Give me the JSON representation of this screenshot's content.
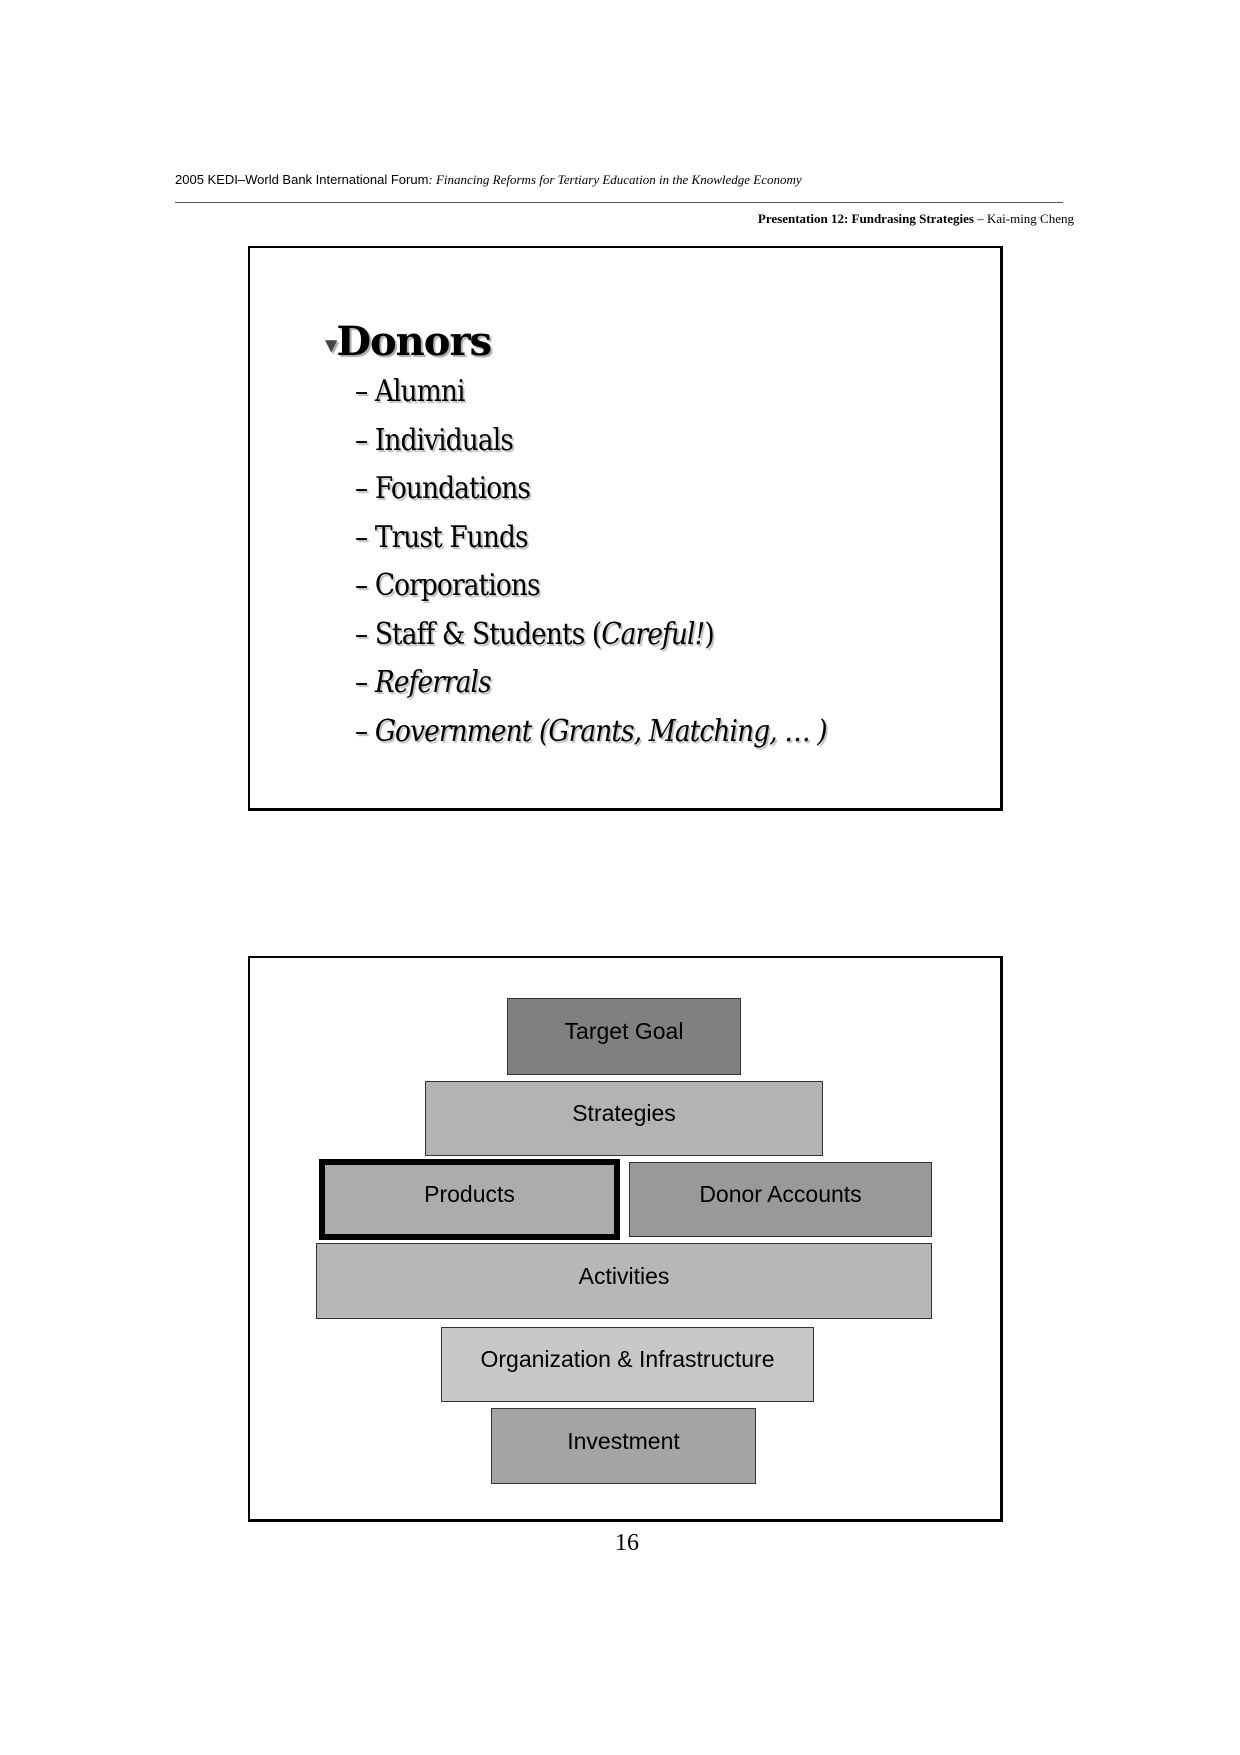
{
  "header": {
    "forum": "2005 KEDI–World Bank International Forum",
    "subtitle": ": Financing Reforms for Tertiary Education in the Knowledge Economy",
    "presentation": "Presentation 12: Fundrasing Strategies",
    "author": " – Kai-ming Cheng"
  },
  "slide1": {
    "title": "Donors",
    "items": [
      {
        "dash": "– ",
        "text": "Alumni"
      },
      {
        "dash": "– ",
        "text": "Individuals"
      },
      {
        "dash": "– ",
        "text": "Foundations"
      },
      {
        "dash": "– ",
        "text": "Trust Funds"
      },
      {
        "dash": "– ",
        "text": "Corporations"
      },
      {
        "dash": "– ",
        "text": "Staff & Students (",
        "italic": "Careful!",
        "after": ")"
      },
      {
        "dash": "– ",
        "italic": "Referrals"
      },
      {
        "dash": "– ",
        "italic": "Government (Grants, Matching, … )"
      }
    ]
  },
  "slide2": {
    "boxes": {
      "target": "Target Goal",
      "strategies": "Strategies",
      "products": "Products",
      "donor_accounts": "Donor Accounts",
      "activities": "Activities",
      "organization": "Organization & Infrastructure",
      "investment": "Investment"
    },
    "colors": {
      "target": "#808080",
      "strategies": "#b3b3b3",
      "products": "#acacac",
      "donor_accounts": "#999999",
      "activities": "#b7b7b7",
      "organization": "#c8c8c8",
      "investment": "#a4a4a4"
    }
  },
  "page_number": "16"
}
